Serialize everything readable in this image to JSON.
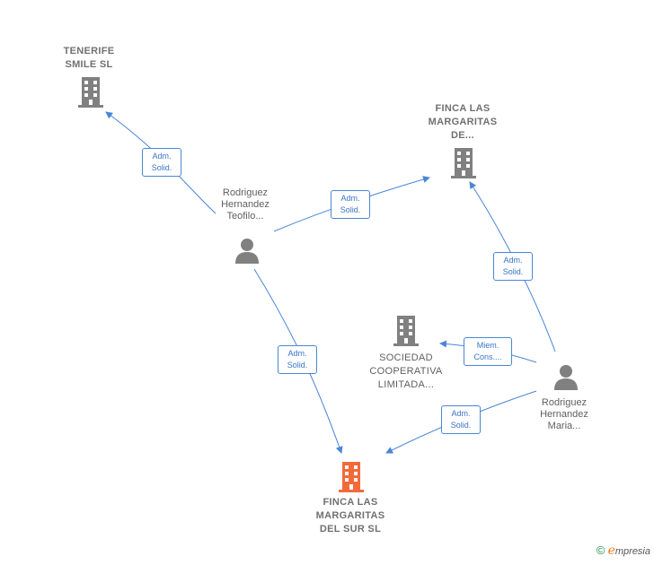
{
  "nodes": {
    "tenerife": {
      "line1": "TENERIFE",
      "line2": "SMILE  SL"
    },
    "finca_de": {
      "line1": "FINCA LAS",
      "line2": "MARGARITAS",
      "line3": "DE..."
    },
    "sociedad": {
      "line1": "SOCIEDAD",
      "line2": "COOPERATIVA",
      "line3": "LIMITADA..."
    },
    "finca_sur": {
      "line1": "FINCA LAS",
      "line2": "MARGARITAS",
      "line3": "DEL SUR  SL"
    },
    "teofilo": {
      "line1": "Rodriguez",
      "line2": "Hernandez",
      "line3": "Teofilo..."
    },
    "maria": {
      "line1": "Rodriguez",
      "line2": "Hernandez",
      "line3": "Maria..."
    }
  },
  "edges": {
    "teofilo_tenerife": {
      "line1": "Adm.",
      "line2": "Solid."
    },
    "teofilo_finca_de": {
      "line1": "Adm.",
      "line2": "Solid."
    },
    "teofilo_finca_sur": {
      "line1": "Adm.",
      "line2": "Solid."
    },
    "maria_finca_de": {
      "line1": "Adm.",
      "line2": "Solid."
    },
    "maria_sociedad": {
      "line1": "Miem.",
      "line2": "Cons...."
    },
    "maria_finca_sur": {
      "line1": "Adm.",
      "line2": "Solid."
    }
  },
  "colors": {
    "company": "#808080",
    "highlight": "#f26a3a",
    "edge": "#4a86d6"
  },
  "brand": {
    "copyright": "©",
    "initial": "e",
    "name": "mpresia"
  }
}
